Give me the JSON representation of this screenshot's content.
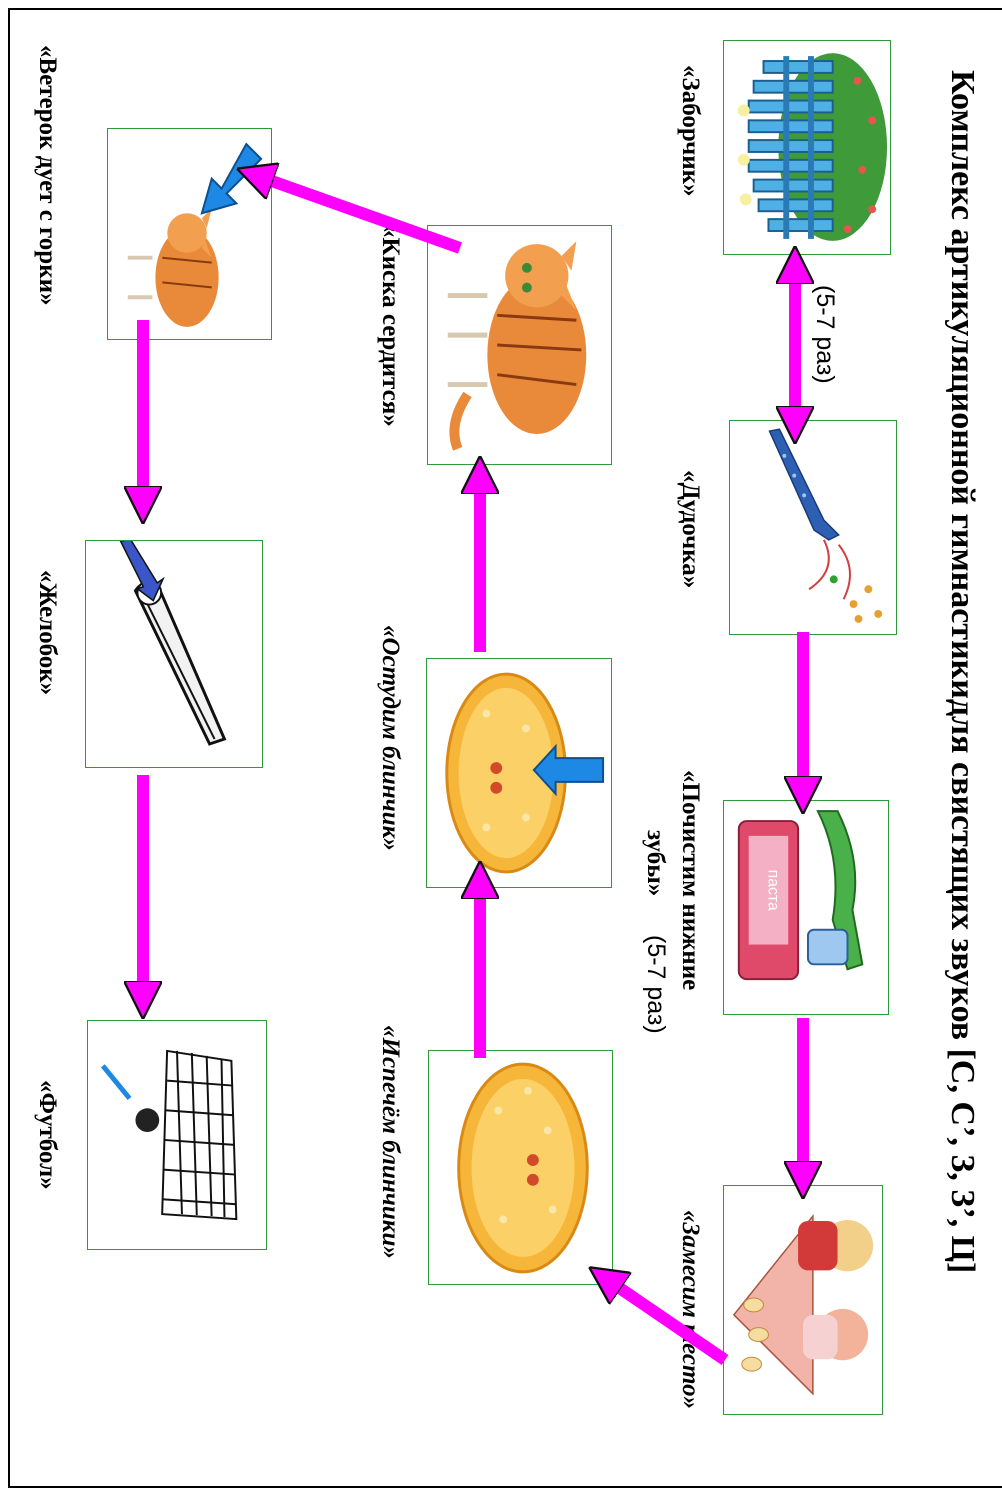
{
  "title": "Комплекс артикуляционной гимнастикидля свистящих звуков [С, С’, З, З’, Ц]",
  "repeat_label_1": "(5-7 раз)",
  "exercises": [
    {
      "label": "«Заборчик»"
    },
    {
      "label": "«Дудочка»"
    },
    {
      "label": "«Почистим нижние",
      "label2": "зубы»",
      "label3": "(5-7 раз)"
    },
    {
      "label": "«Замесим тесто»"
    },
    {
      "label": "«Испечём блинчики»"
    },
    {
      "label": "«Остудим блинчик»"
    },
    {
      "label": "«Киска сердится»"
    },
    {
      "label": "«Ветерок дует с горки»"
    },
    {
      "label": "«Желобок»"
    },
    {
      "label": "«Футбол»"
    }
  ],
  "colors": {
    "arrow": "#ff00ff",
    "blue_arrow": "#1e88e5",
    "card_border": "#2f9a3a"
  },
  "icons": [
    "fence-icon",
    "pipe-icon",
    "toothpaste-icon",
    "dough-icon",
    "pancake-icon",
    "pancake-icon",
    "cat-icon",
    "cat-icon",
    "groove-icon",
    "football-icon"
  ]
}
